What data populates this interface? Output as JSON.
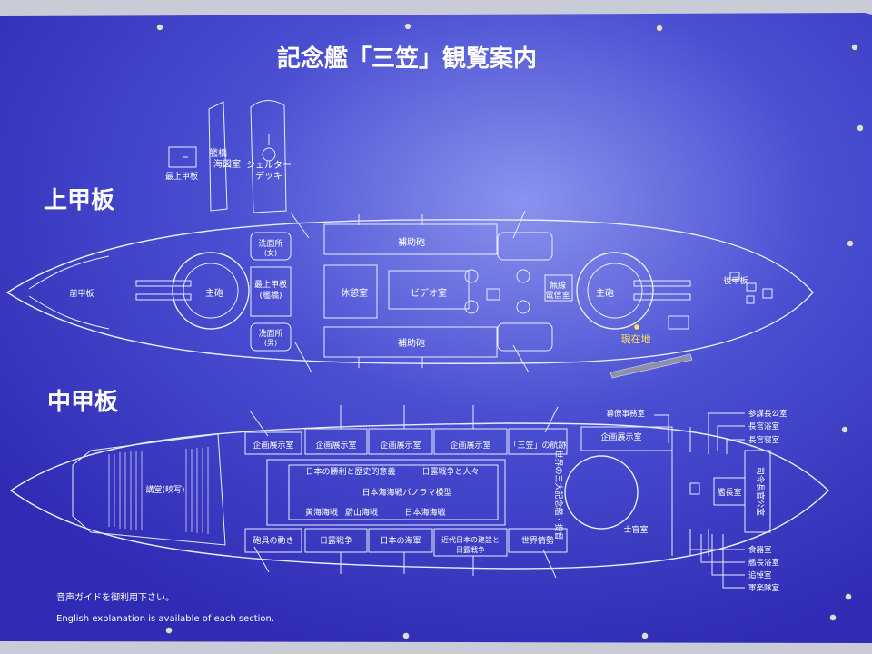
{
  "title": "記念艦「三笠」観覧案内",
  "upper_deck": {
    "heading": "上甲板",
    "top_inset": {
      "topmost_deck": "最上甲板",
      "bridge": "艦橋",
      "chart_room": "海図室",
      "shelter_deck_1": "シェルター",
      "shelter_deck_2": "デッキ"
    },
    "fore_deck": "前甲板",
    "fore_gun": "主砲",
    "washroom_f": "洗面所",
    "washroom_f_sub": "(女)",
    "topmost_bridge_1": "最上甲板",
    "topmost_bridge_2": "(艦橋)",
    "washroom_m": "洗面所",
    "washroom_m_sub": "(男)",
    "secondary_gun_top": "補助砲",
    "secondary_gun_bottom": "補助砲",
    "rest_room": "休憩室",
    "video_room": "ビデオ室",
    "radio_room_1": "無線",
    "radio_room_2": "電信室",
    "aft_gun": "主砲",
    "aft_deck": "後甲板",
    "current_location": "現在地"
  },
  "middle_deck": {
    "heading": "中甲板",
    "lecture_hall": "講堂(映写)",
    "exhibit_1": "企画展示室",
    "exhibit_2": "企画展示室",
    "exhibit_3": "企画展示室",
    "exhibit_4": "企画展示室",
    "mikasa_voyage": "「三笠」の航跡",
    "exhibit_5": "企画展示室",
    "victory_history": "日本の勝利と歴史的意義",
    "war_people": "日露戦争と人々",
    "panorama": "日本海海戦パノラマ模型",
    "yellow_sea": "黄海海戦",
    "ulsan": "蔚山海戦",
    "japan_sea": "日本海海戦",
    "world_memorial": "世界の三大記念艦・提督",
    "gun_movement": "砲具の動き",
    "russo_war": "日露戦争",
    "japan_navy": "日本の海軍",
    "modern_japan_1": "近代日本の建設と",
    "modern_japan_2": "日露戦争",
    "world_affairs": "世界情勢",
    "captain_room": "艦長室",
    "commander_room": "司令長官公室",
    "officers_room": "士官室",
    "callouts_right_top": [
      "幕僚事務室",
      "参謀長公室",
      "長官浴室",
      "長官寝室"
    ],
    "callouts_right_bottom": [
      "食器室",
      "艦長浴室",
      "追悼室",
      "軍楽隊室"
    ]
  },
  "footer": {
    "audio_guide": "音声ガイドを御利用下さい。",
    "english": "English explanation is available of each section."
  },
  "colors": {
    "panel": "#3a36c0",
    "panel_light": "#5b63dc",
    "line": "#e8ecff",
    "marker": "#ffe35a"
  }
}
